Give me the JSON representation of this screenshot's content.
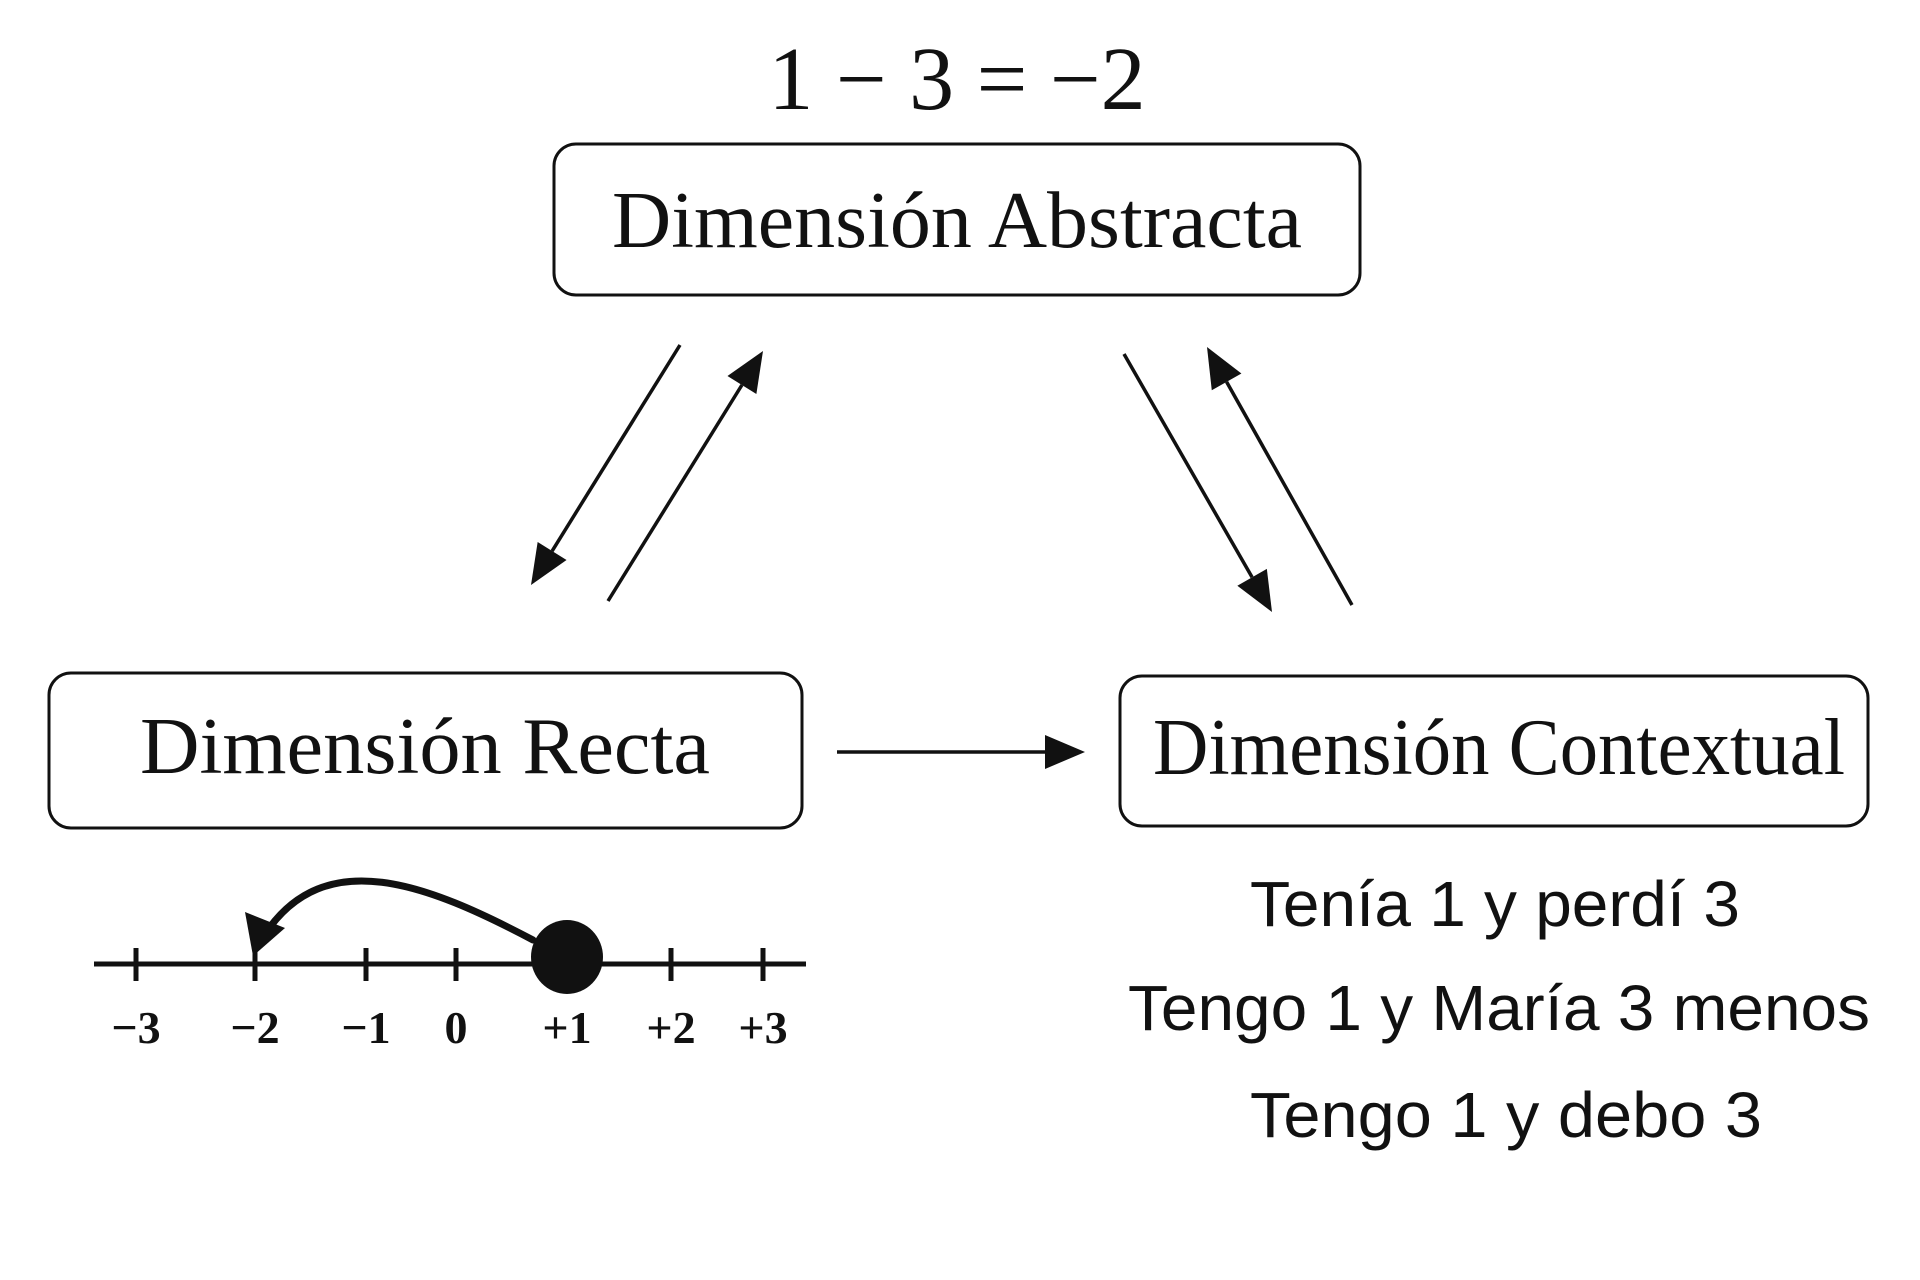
{
  "equation": "1 − 3 = −2",
  "nodes": {
    "abstract": {
      "label": "Dimensión Abstracta"
    },
    "line": {
      "label": "Dimensión Recta"
    },
    "context": {
      "label": "Dimensión Contextual"
    }
  },
  "edges": [
    {
      "from": "abstract",
      "to": "line"
    },
    {
      "from": "line",
      "to": "abstract"
    },
    {
      "from": "abstract",
      "to": "context"
    },
    {
      "from": "context",
      "to": "abstract"
    },
    {
      "from": "line",
      "to": "context"
    }
  ],
  "number_line": {
    "ticks": [
      {
        "value": -3,
        "label": "−3"
      },
      {
        "value": -2,
        "label": "−2"
      },
      {
        "value": -1,
        "label": "−1"
      },
      {
        "value": 0,
        "label": "0"
      },
      {
        "value": 1,
        "label": "+1"
      },
      {
        "value": 2,
        "label": "+2"
      },
      {
        "value": 3,
        "label": "+3"
      }
    ],
    "start_point": 1,
    "jump_to": -2
  },
  "context_examples": [
    "Tenía 1 y perdí 3",
    "Tengo 1 y María 3 menos",
    "Tengo 1 y debo 3"
  ],
  "colors": {
    "ink": "#111111",
    "background": "#ffffff"
  }
}
